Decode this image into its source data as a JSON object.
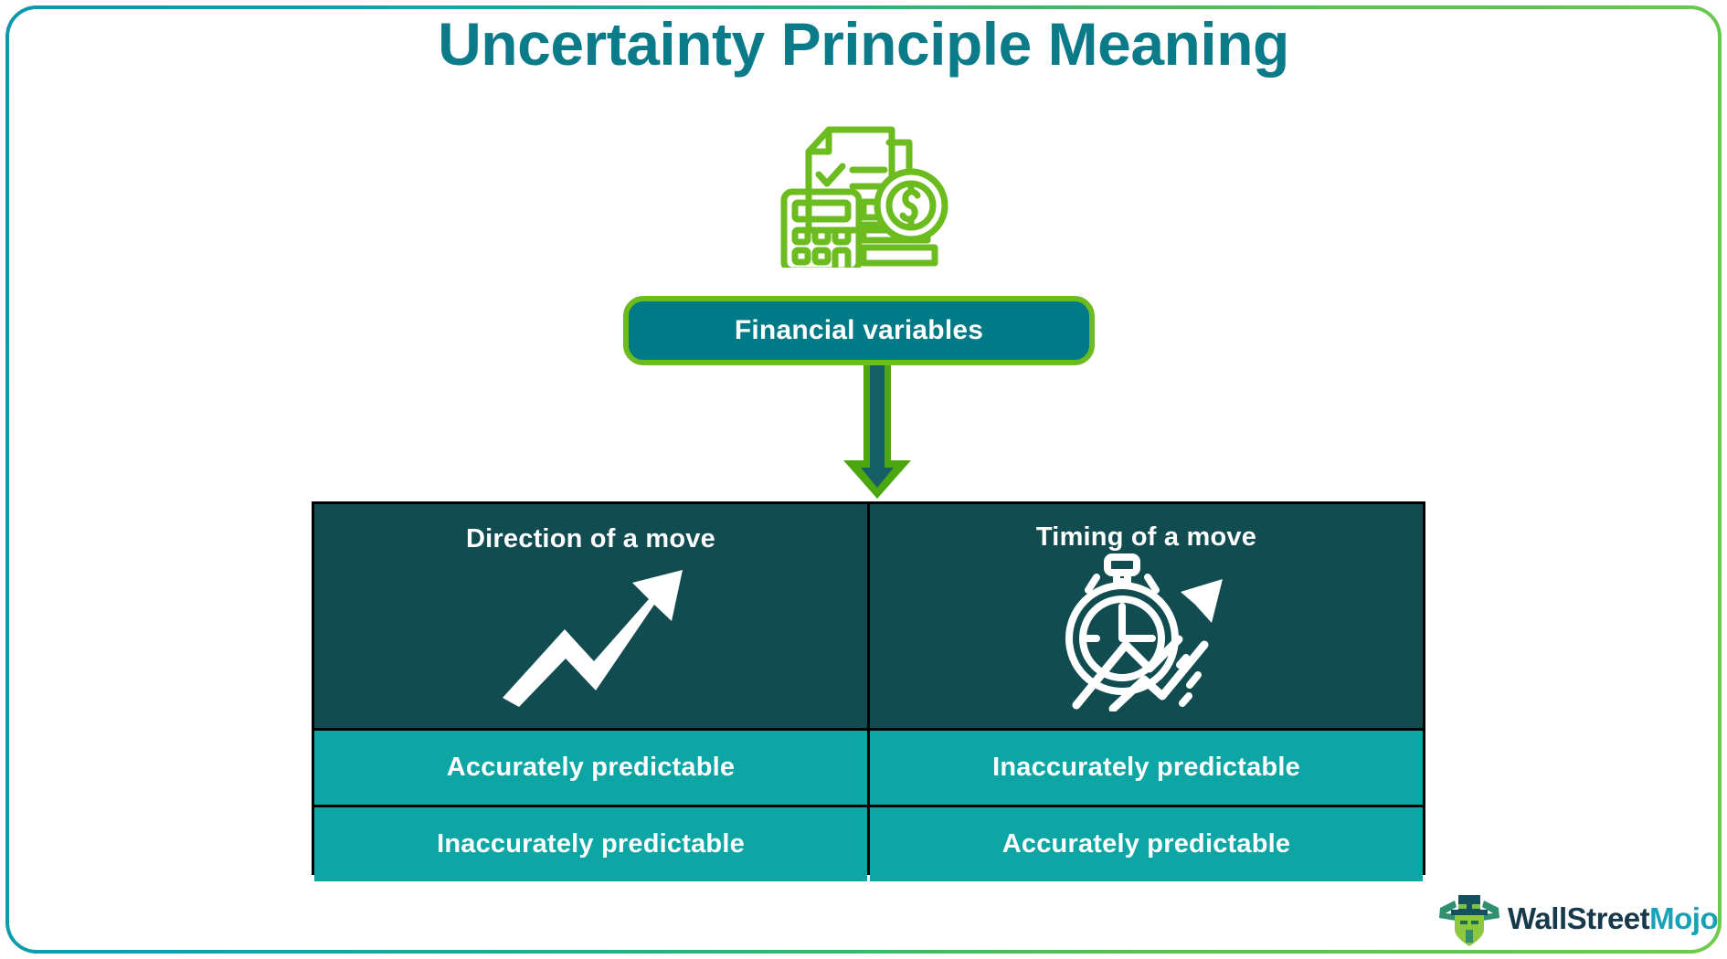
{
  "page": {
    "title": "Uncertainty Principle Meaning",
    "border_gradient_start": "#0c97ae",
    "border_gradient_end": "#6dcb4a",
    "title_color": "#0b7b8a",
    "background": "#ffffff"
  },
  "top_icon": {
    "name": "finance-document-calculator-coins-icon",
    "color": "#6cbb1f"
  },
  "source_node": {
    "label": "Financial variables",
    "fill": "#007a87",
    "border": "#6cbb1f",
    "text_color": "#ffffff"
  },
  "connector": {
    "name": "down-arrow",
    "outer_color": "#4ca60f",
    "inner_color": "#115e63"
  },
  "table": {
    "header_fill": "#114c50",
    "body_fill": "#0ea5a5",
    "border_color": "#000000",
    "text_color": "#ffffff",
    "columns": [
      {
        "header": "Direction of a move",
        "icon": "upward-trend-arrow-icon",
        "rows": [
          "Accurately predictable",
          "Inaccurately predictable"
        ]
      },
      {
        "header": "Timing of a move",
        "icon": "stopwatch-trend-arrow-icon",
        "rows": [
          "Inaccurately predictable",
          "Accurately predictable"
        ]
      }
    ]
  },
  "logo": {
    "mark": "bull-with-top-hat-icon",
    "text_primary": "WallStreet",
    "text_secondary": "Mojo",
    "primary_color": "#16394b",
    "secondary_color": "#17a2b8"
  }
}
